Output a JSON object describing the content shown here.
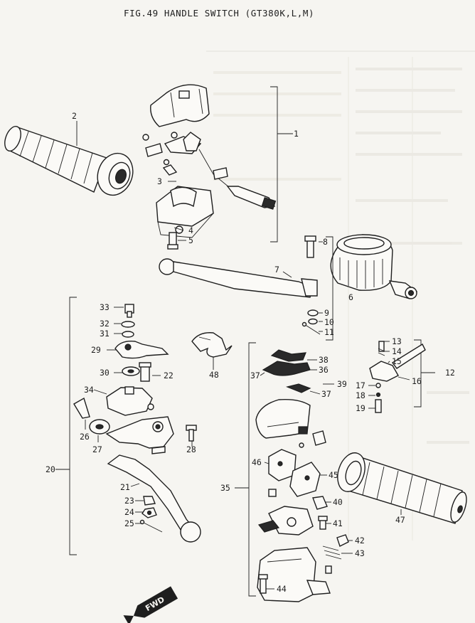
{
  "figure": {
    "title": "FIG.49  HANDLE SWITCH (GT380K,L,M)"
  },
  "direction_badge": "FWD",
  "callouts": {
    "p1": "1",
    "p2": "2",
    "p3": "3",
    "p4": "4",
    "p5": "5",
    "p6": "6",
    "p7": "7",
    "p8": "8",
    "p9": "9",
    "p10": "10",
    "p11": "11",
    "p12": "12",
    "p13": "13",
    "p14": "14",
    "p15": "15",
    "p16": "16",
    "p17": "17",
    "p18": "18",
    "p19": "19",
    "p20": "20",
    "p21": "21",
    "p22": "22",
    "p23": "23",
    "p24": "24",
    "p25": "25",
    "p26": "26",
    "p27": "27",
    "p28": "28",
    "p29": "29",
    "p30": "30",
    "p31": "31",
    "p32": "32",
    "p33": "33",
    "p34": "34",
    "p35": "35",
    "p36": "36",
    "p37a": "37",
    "p37b": "37",
    "p38": "38",
    "p39": "39",
    "p40": "40",
    "p41": "41",
    "p42": "42",
    "p43": "43",
    "p44": "44",
    "p45": "45",
    "p46": "46",
    "p47": "47",
    "p48": "48"
  },
  "colors": {
    "ink": "#1e1e1e",
    "paper": "#f6f5f1"
  }
}
